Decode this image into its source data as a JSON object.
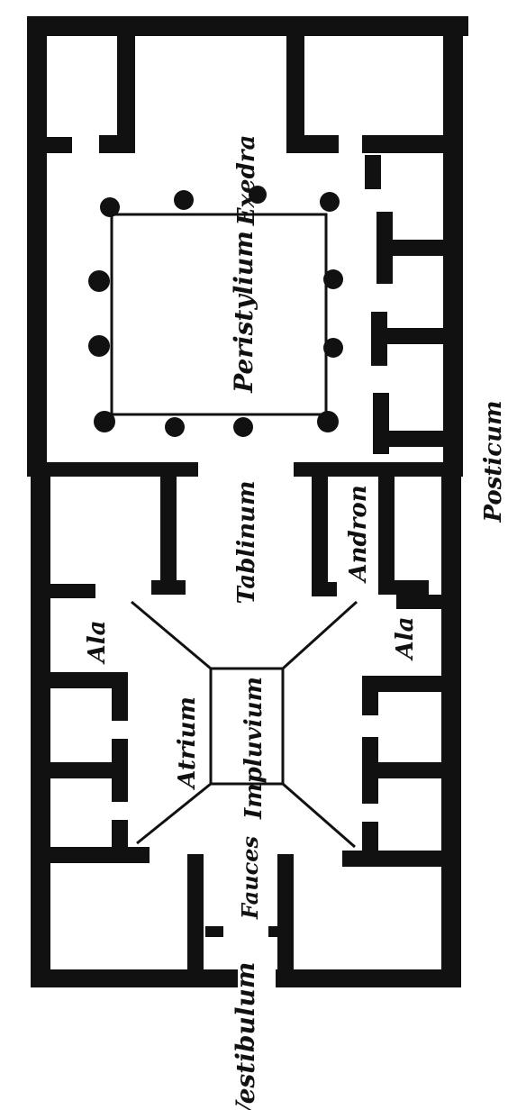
{
  "labels": {
    "exedra": "Exedra",
    "peristylium": "Peristylium",
    "posticum": "Posticum",
    "tablinum": "Tablinum",
    "andron": "Andron",
    "ala_left": "Ala",
    "ala_right": "Ala",
    "atrium": "Atrium",
    "impluvium": "Impluvium",
    "fauces": "Fauces",
    "vestibulum": "Vestibulum"
  },
  "colors": {
    "ink": "#111111",
    "paper": "#ffffff"
  }
}
